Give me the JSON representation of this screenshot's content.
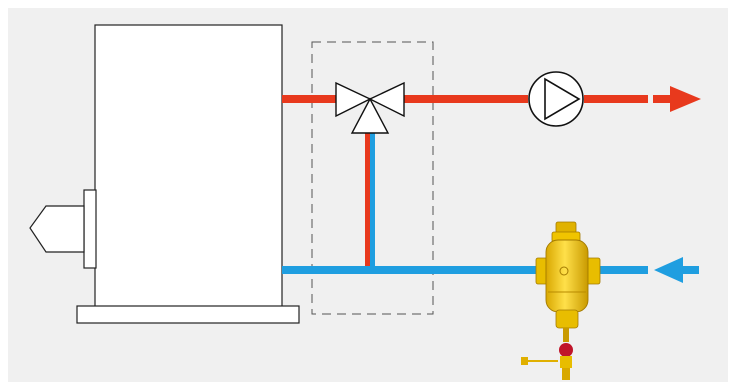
{
  "diagram": {
    "components": [
      {
        "name": "boiler",
        "icon": "boiler-icon"
      },
      {
        "name": "burner",
        "icon": "burner-icon"
      },
      {
        "name": "three-way-mixing-valve",
        "icon": "three-way-valve-icon"
      },
      {
        "name": "circulation-pump",
        "icon": "pump-icon"
      },
      {
        "name": "dirt-separator",
        "icon": "dirt-separator-icon"
      },
      {
        "name": "drain-valve",
        "icon": "drain-valve-icon"
      }
    ],
    "flows": [
      {
        "name": "supply-flow",
        "direction": "out",
        "icon": "arrow-right-icon"
      },
      {
        "name": "return-flow",
        "direction": "in",
        "icon": "arrow-left-icon"
      }
    ],
    "colors": {
      "background": "#f0f0f0",
      "supply": "#e8391d",
      "return": "#1f9ee0",
      "outline": "#000000",
      "separator_body": "#f3c800",
      "separator_shade": "#c99a00",
      "drain_valve": "#c0152a"
    }
  }
}
